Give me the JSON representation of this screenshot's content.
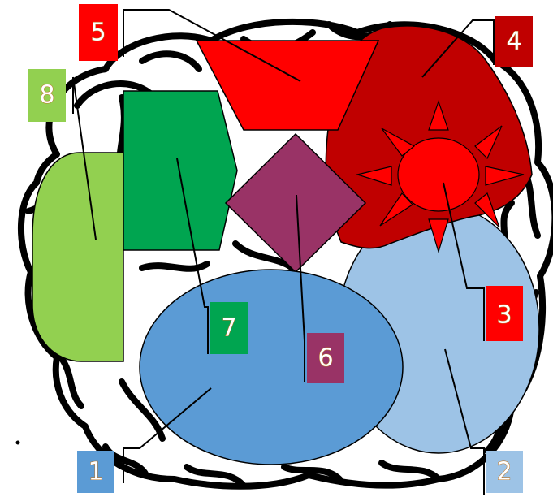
{
  "diagram": {
    "regions": [
      {
        "id": "1",
        "label": "1",
        "color": "#5b9bd5"
      },
      {
        "id": "2",
        "label": "2",
        "color": "#9dc3e6"
      },
      {
        "id": "3",
        "label": "3",
        "color": "#ff0000"
      },
      {
        "id": "4",
        "label": "4",
        "color": "#c00000"
      },
      {
        "id": "5",
        "label": "5",
        "color": "#ff0000"
      },
      {
        "id": "6",
        "label": "6",
        "color": "#993366"
      },
      {
        "id": "7",
        "label": "7",
        "color": "#00a550"
      },
      {
        "id": "8",
        "label": "8",
        "color": "#92d050"
      }
    ],
    "outline_color": "#000000",
    "label_text_color": "#ffffff"
  }
}
